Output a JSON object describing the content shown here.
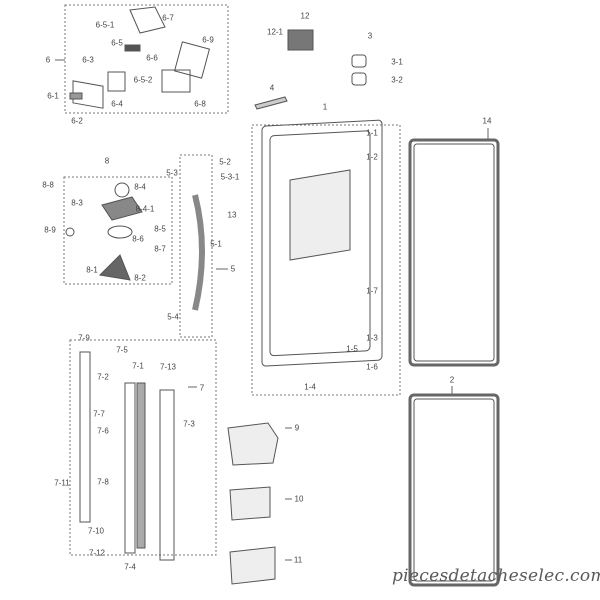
{
  "labels": {
    "l6": "6",
    "l6_1": "6-1",
    "l6_2": "6-2",
    "l6_3": "6-3",
    "l6_4": "6-4",
    "l6_5": "6-5",
    "l6_5_1": "6-5-1",
    "l6_5_2": "6-5-2",
    "l6_6": "6-6",
    "l6_7": "6-7",
    "l6_8": "6-8",
    "l6_9": "6-9",
    "l12": "12",
    "l12_1": "12-1",
    "l3": "3",
    "l3_1": "3-1",
    "l3_2": "3-2",
    "l4": "4",
    "l1": "1",
    "l1_1": "1-1",
    "l1_2": "1-2",
    "l1_3": "1-3",
    "l1_4": "1-4",
    "l1_5": "1-5",
    "l1_6": "1-6",
    "l1_7": "1-7",
    "l14": "14",
    "l2": "2",
    "l8": "8",
    "l8_1": "8-1",
    "l8_2": "8-2",
    "l8_3": "8-3",
    "l8_4": "8-4",
    "l8_4_1": "8-4-1",
    "l8_5": "8-5",
    "l8_6": "8-6",
    "l8_7": "8-7",
    "l8_8": "8-8",
    "l8_9": "8-9",
    "l5": "5",
    "l5_1": "5-1",
    "l5_2": "5-2",
    "l5_3": "5-3",
    "l5_3_1": "5-3-1",
    "l5_4": "5-4",
    "l13": "13",
    "l7": "7",
    "l7_1": "7-1",
    "l7_2": "7-2",
    "l7_3": "7-3",
    "l7_4": "7-4",
    "l7_5": "7-5",
    "l7_6": "7-6",
    "l7_7": "7-7",
    "l7_8": "7-8",
    "l7_9": "7-9",
    "l7_10": "7-10",
    "l7_11": "7-11",
    "l7_12": "7-12",
    "l7_13": "7-13",
    "l9": "9",
    "l10": "10",
    "l11": "11"
  },
  "watermark": "piecesdetacheselec.com"
}
